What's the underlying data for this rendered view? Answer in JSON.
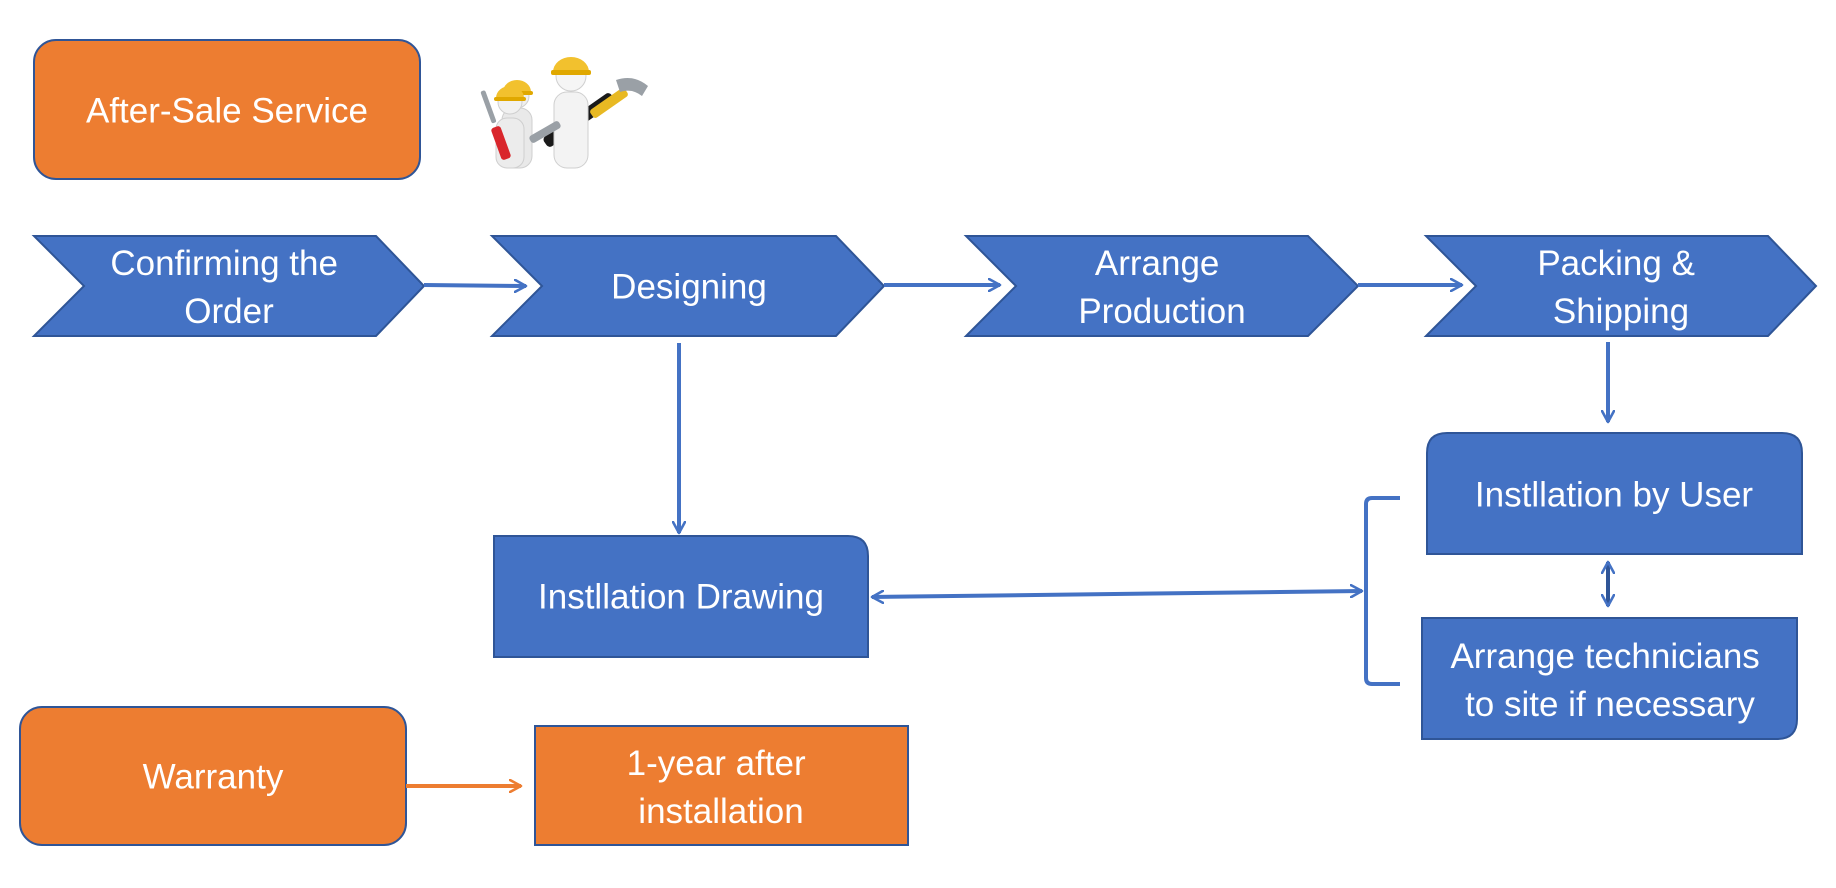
{
  "header": {
    "title": "After-Sale Service",
    "illustration_icon": "worker-team-with-tools-icon"
  },
  "process_steps": [
    {
      "lines": [
        "Confirming the",
        "Order"
      ]
    },
    {
      "lines": [
        "Designing"
      ]
    },
    {
      "lines": [
        "Arrange",
        "Production"
      ]
    },
    {
      "lines": [
        "Packing &",
        "Shipping"
      ]
    }
  ],
  "installation": {
    "drawing": {
      "lines": [
        "Instllation Drawing"
      ]
    },
    "by_user": {
      "lines": [
        "Instllation by User"
      ]
    },
    "technicians": {
      "lines": [
        "Arrange technicians",
        "to site if necessary"
      ]
    }
  },
  "warranty": {
    "label": "Warranty",
    "term": {
      "lines": [
        "1-year after",
        "installation"
      ]
    }
  },
  "colors": {
    "blue_fill": "#4472C4",
    "blue_border": "#2F5597",
    "orange_fill": "#ED7D31",
    "orange_border": "#2F5597",
    "text": "#FFFFFF"
  }
}
